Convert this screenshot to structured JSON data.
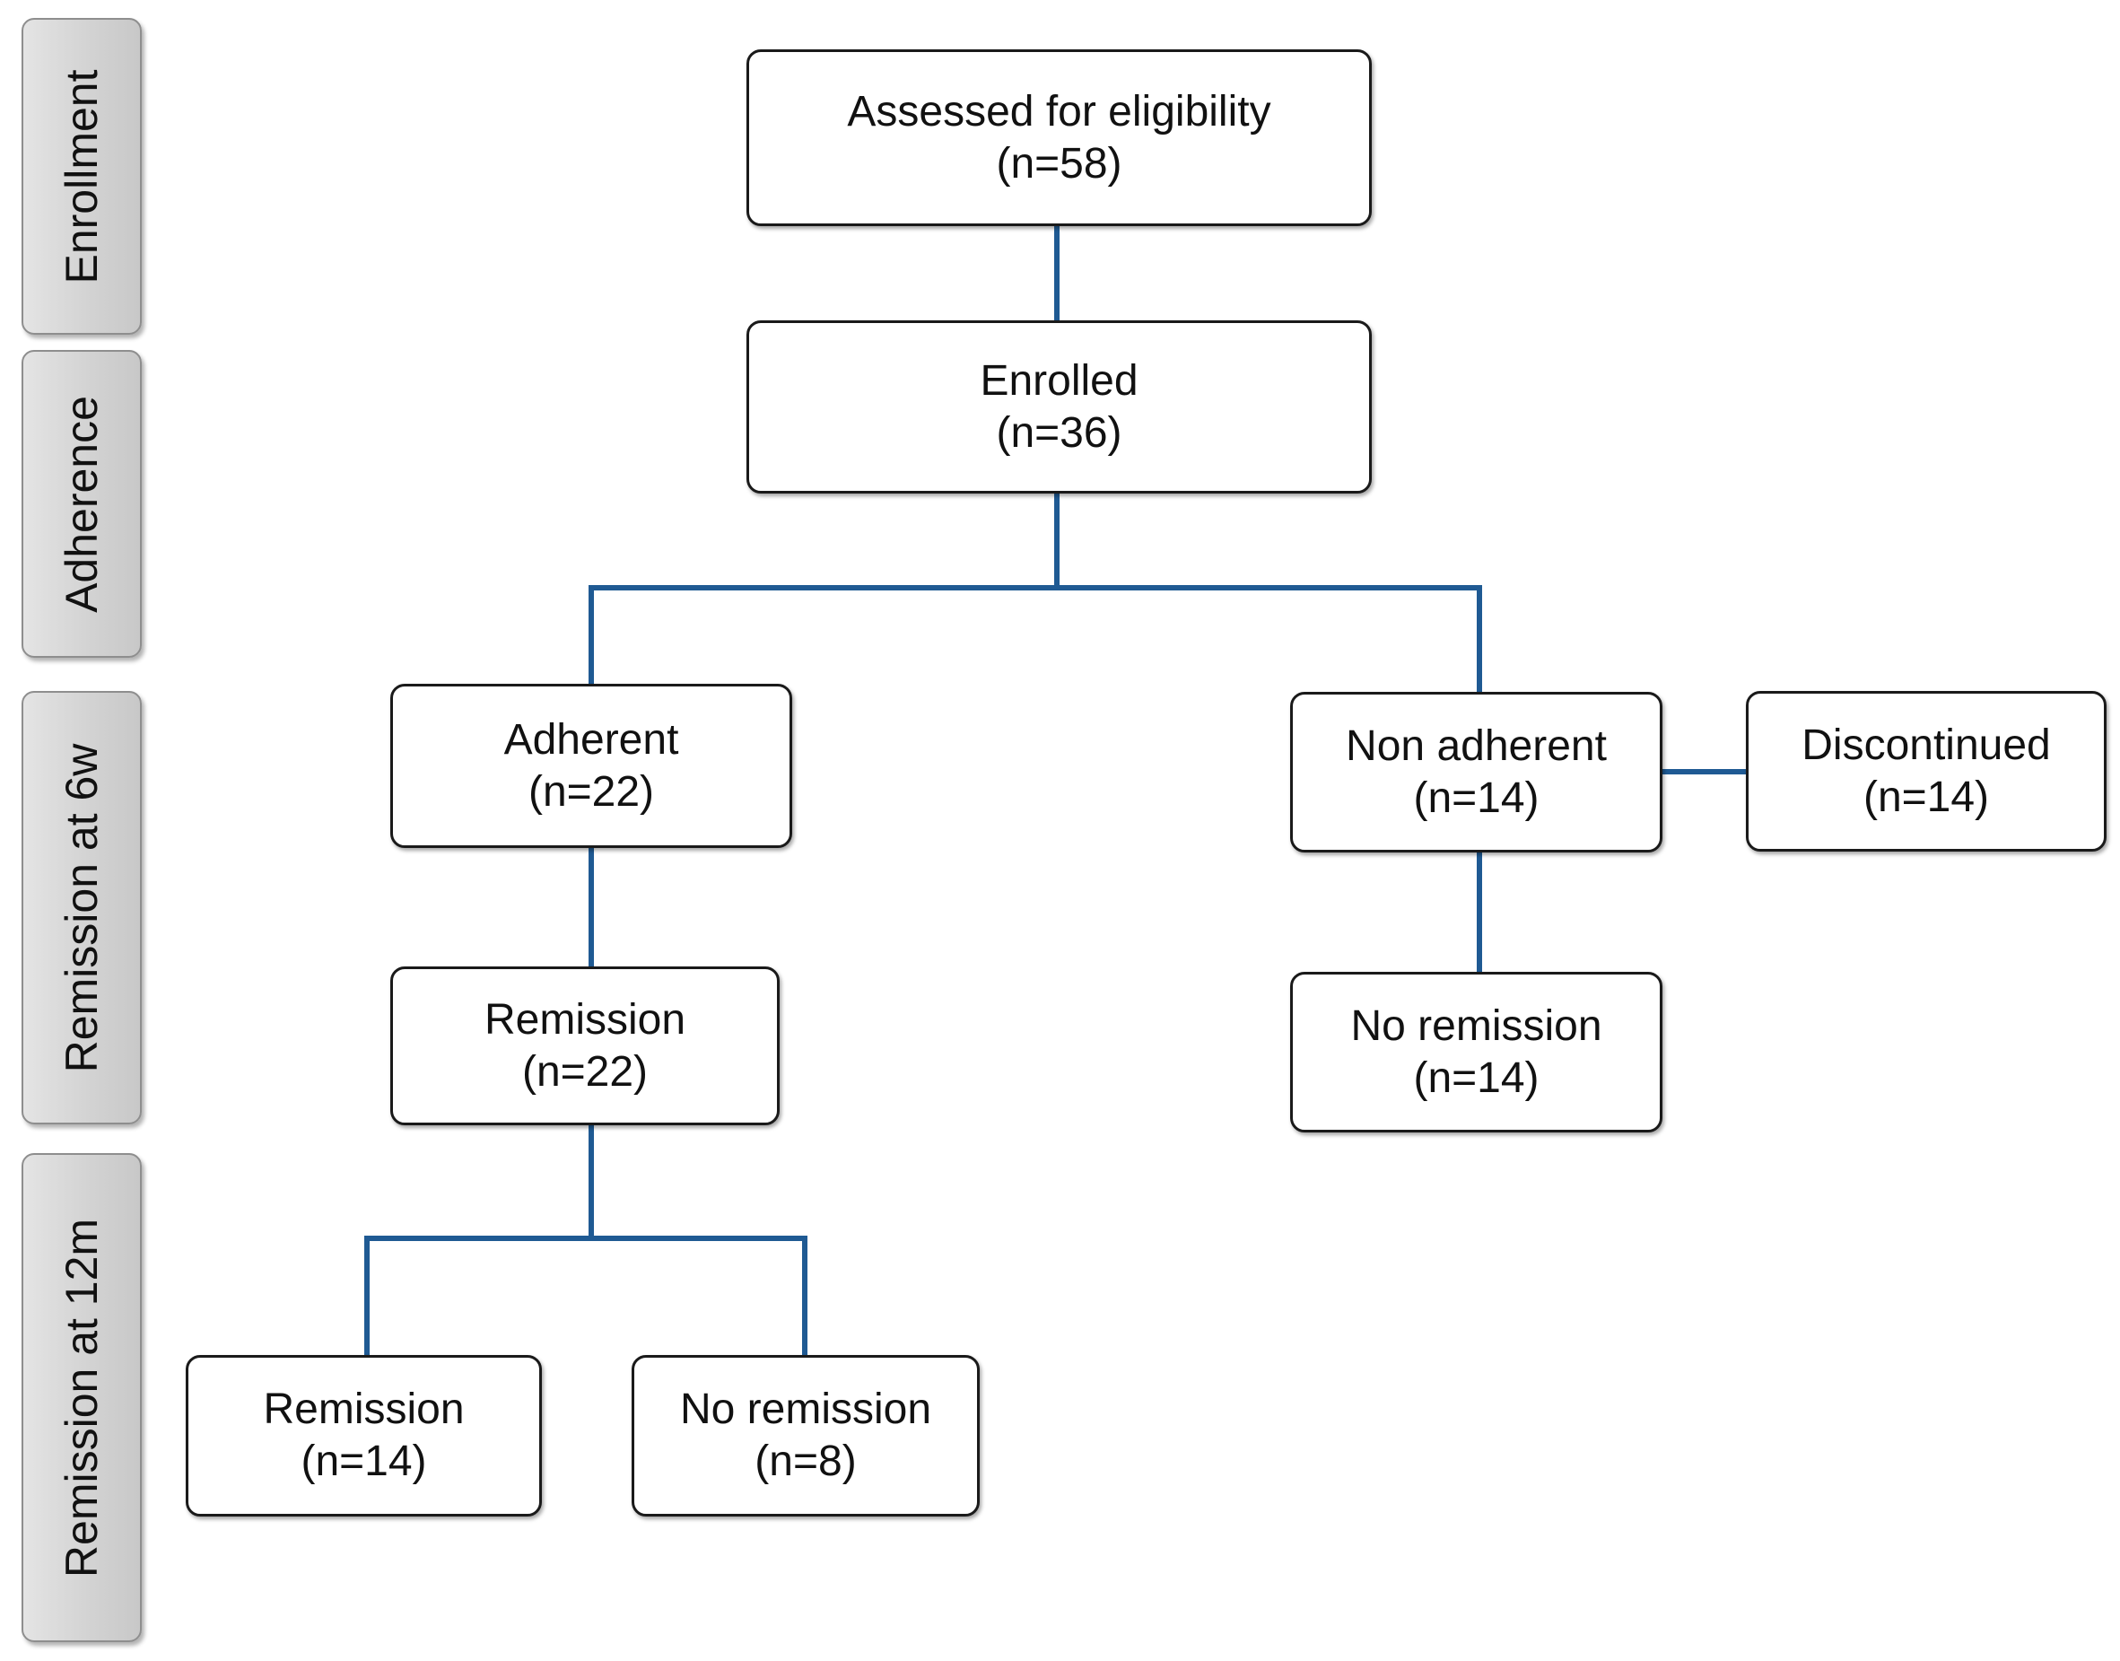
{
  "colors": {
    "connector": "#1f5a93",
    "box_border": "#1a1a1a",
    "stage_fill": "#d3d3d3"
  },
  "stages": [
    {
      "label": "Enrollment"
    },
    {
      "label": "Adherence"
    },
    {
      "label": "Remission at 6w"
    },
    {
      "label": "Remission at 12m"
    }
  ],
  "boxes": {
    "assessed": {
      "title": "Assessed for eligibility",
      "count": "(n=58)"
    },
    "enrolled": {
      "title": "Enrolled",
      "count": "(n=36)"
    },
    "adherent": {
      "title": "Adherent",
      "count": "(n=22)"
    },
    "non_adherent": {
      "title": "Non adherent",
      "count": "(n=14)"
    },
    "discontinued": {
      "title": "Discontinued",
      "count": "(n=14)"
    },
    "remission_6w": {
      "title": "Remission",
      "count": "(n=22)"
    },
    "no_remission_6w": {
      "title": "No remission",
      "count": "(n=14)"
    },
    "remission_12m": {
      "title": "Remission",
      "count": "(n=14)"
    },
    "no_remission_12m": {
      "title": "No remission",
      "count": "(n=8)"
    }
  }
}
